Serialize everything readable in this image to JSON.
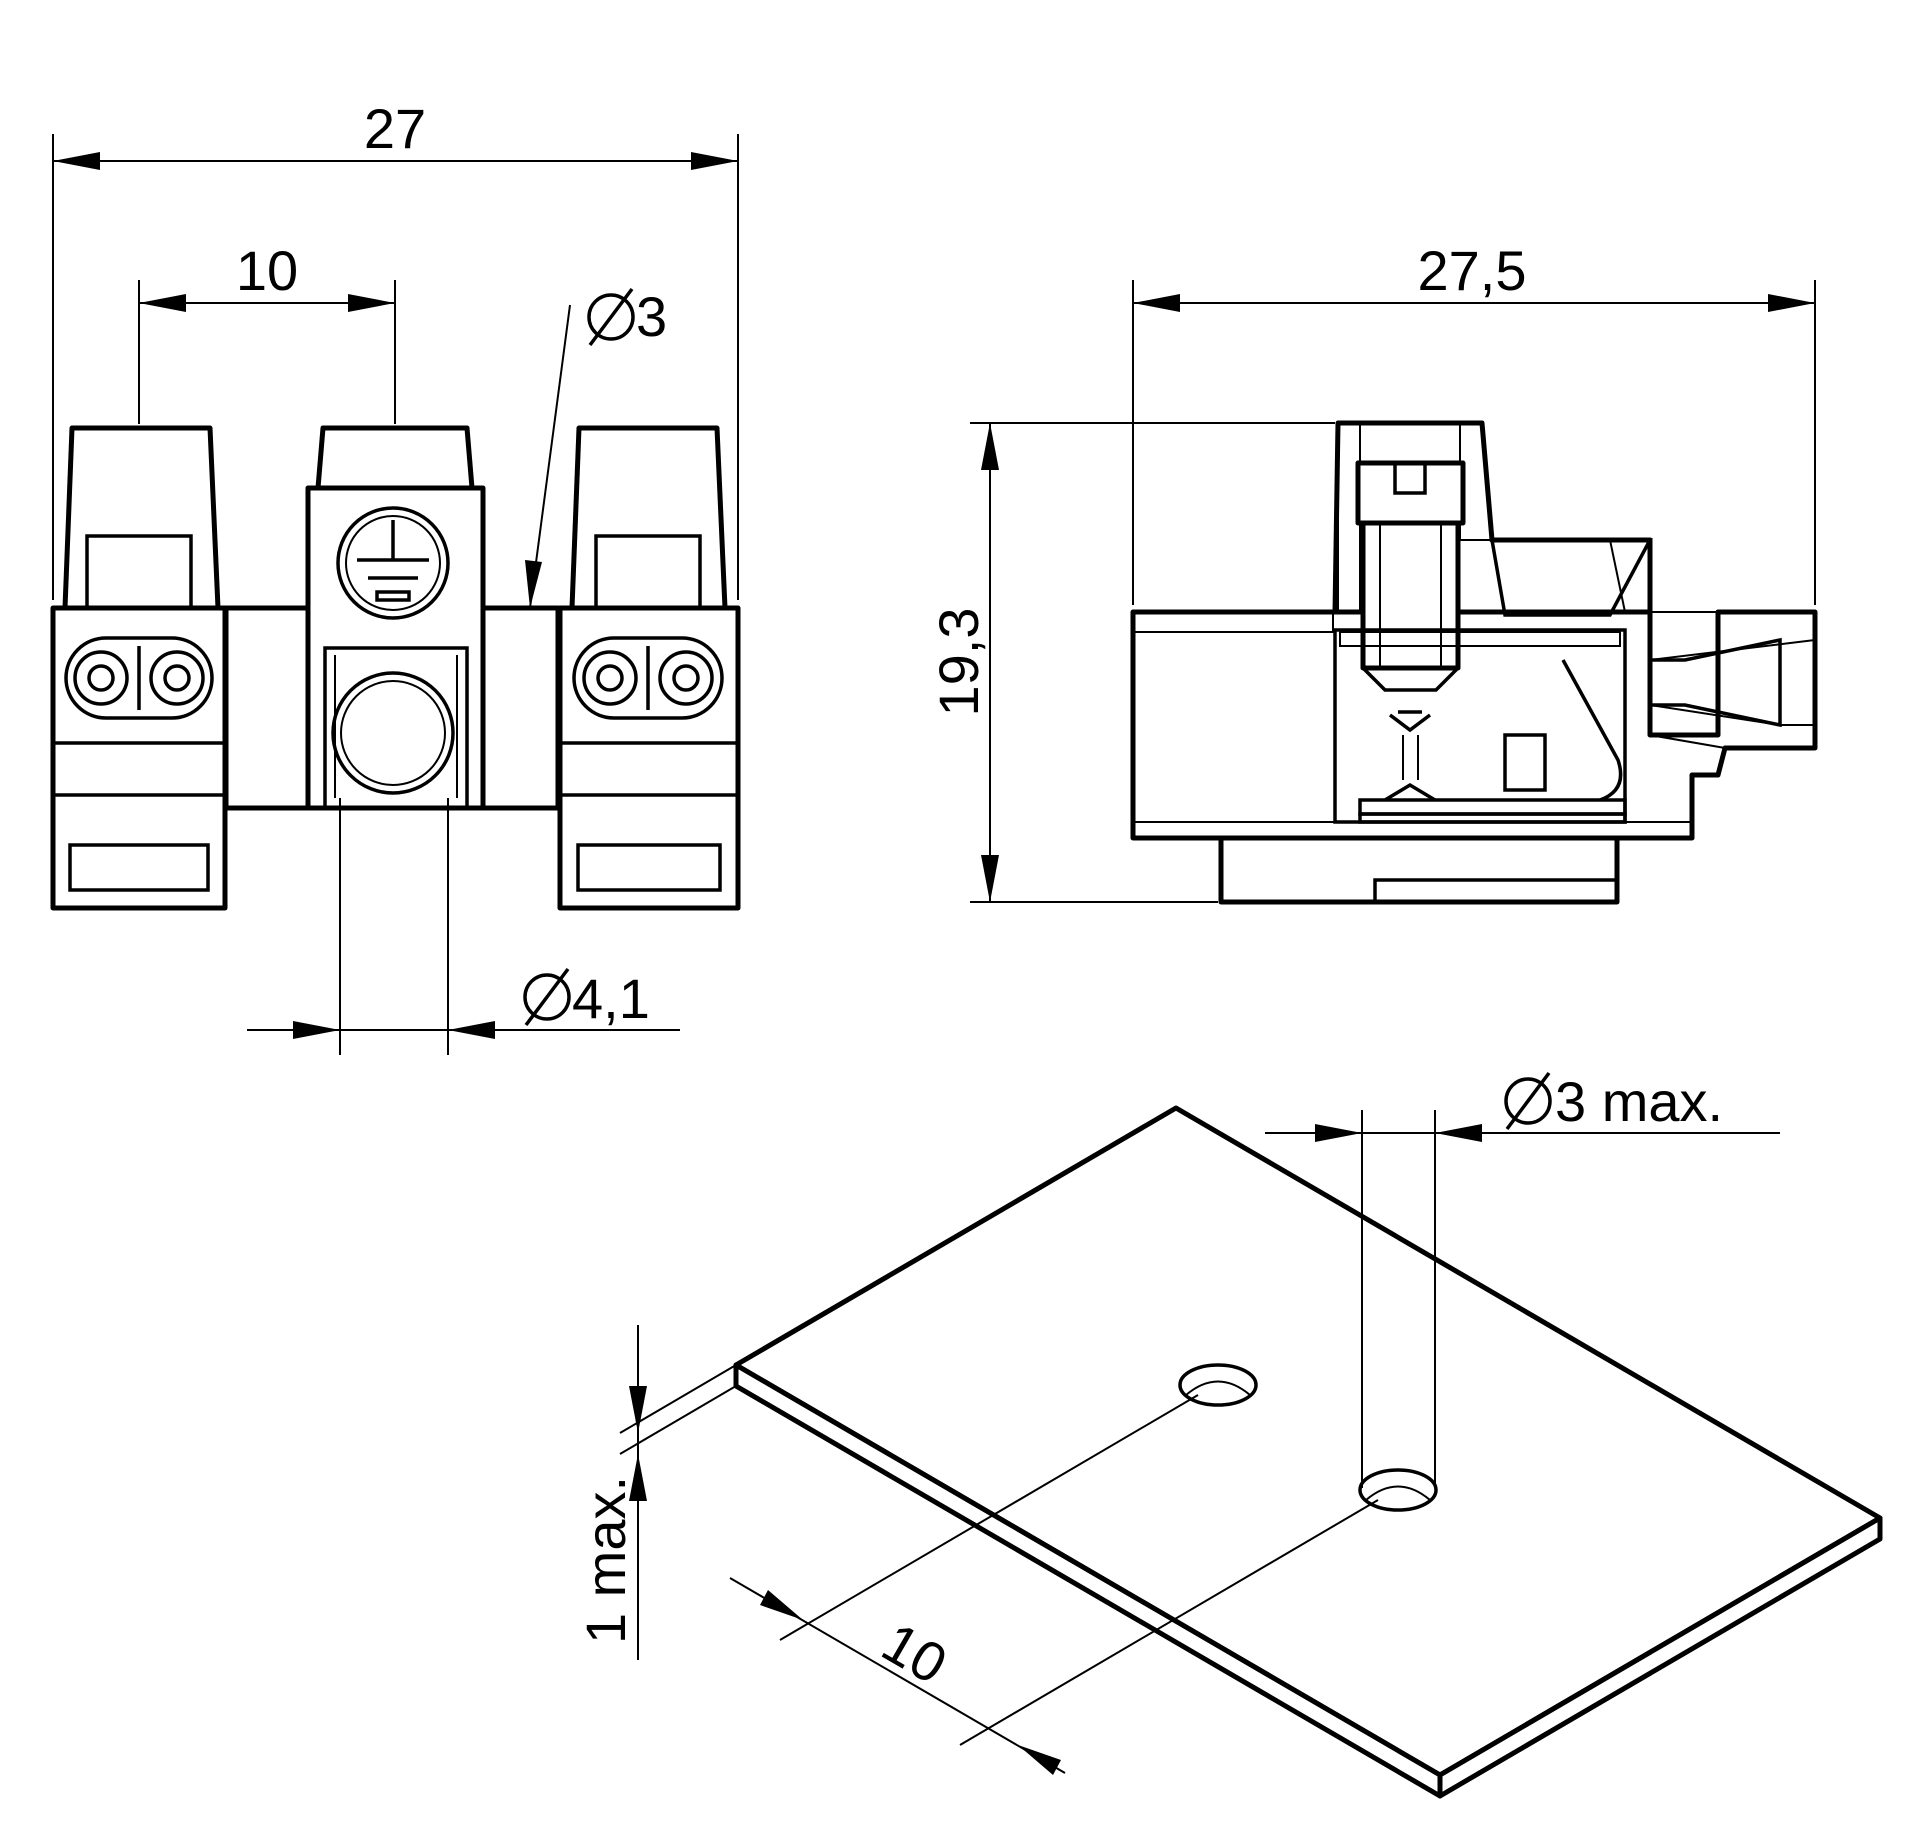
{
  "front_view": {
    "width_label": "27",
    "pitch_label": "10",
    "hole_label": "3",
    "screw_label": "4,1"
  },
  "side_view": {
    "depth_label": "27,5",
    "height_label": "19,3"
  },
  "mounting_plate": {
    "hole_max_label": "3 max.",
    "thickness_label": "1 max.",
    "hole_spacing_label": "10"
  },
  "icons": [
    "protective-earth-symbol",
    "diameter-symbol"
  ]
}
